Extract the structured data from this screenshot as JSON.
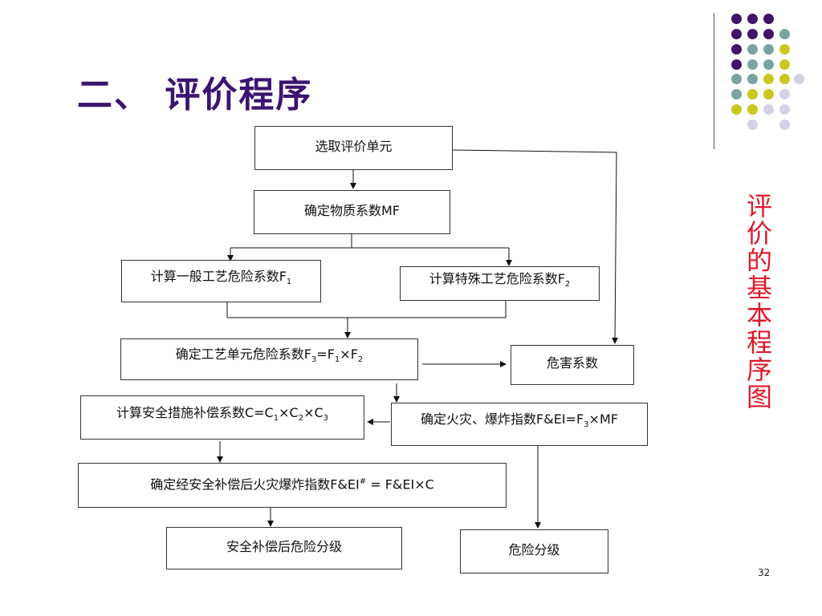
{
  "slide": {
    "title": "二、 评价程序",
    "side_title": "评价的基本程序图",
    "page_number": "32"
  },
  "colors": {
    "title": "#3b1470",
    "side_title": "#e0192b",
    "dot_purple": "#3f1469",
    "dot_teal": "#7aa3a0",
    "dot_yellow": "#c8c81e",
    "dot_lavender": "#d2d2e6"
  },
  "flow": {
    "select_unit": "选取评价单元",
    "material_factor": "确定物质系数MF",
    "f1": {
      "text": "计算一般工艺危险系数F",
      "sub": "1"
    },
    "f2": {
      "text": "计算特殊工艺危险系数F",
      "sub": "2"
    },
    "f3": {
      "t1": "确定工艺单元危险系数F",
      "s1": "3",
      "t2": "=F",
      "s2": "1",
      "t3": "×F",
      "s3": "2"
    },
    "hazard_factor": "危害系数",
    "credit": {
      "t1": "计算安全措施补偿系数C=C",
      "s1": "1",
      "t2": "×C",
      "s2": "2",
      "t3": "×C",
      "s3": "3"
    },
    "fei": {
      "t1": "确定火灾、爆炸指数F&EI=F",
      "s1": "3",
      "t2": "×MF"
    },
    "fei_after": {
      "t1": "确定经安全补偿后火灾爆炸指数F&EI",
      "sup": "#",
      "t2": " = F&EI×C"
    },
    "grade_after": "安全补偿后危险分级",
    "grade": "危险分级"
  }
}
